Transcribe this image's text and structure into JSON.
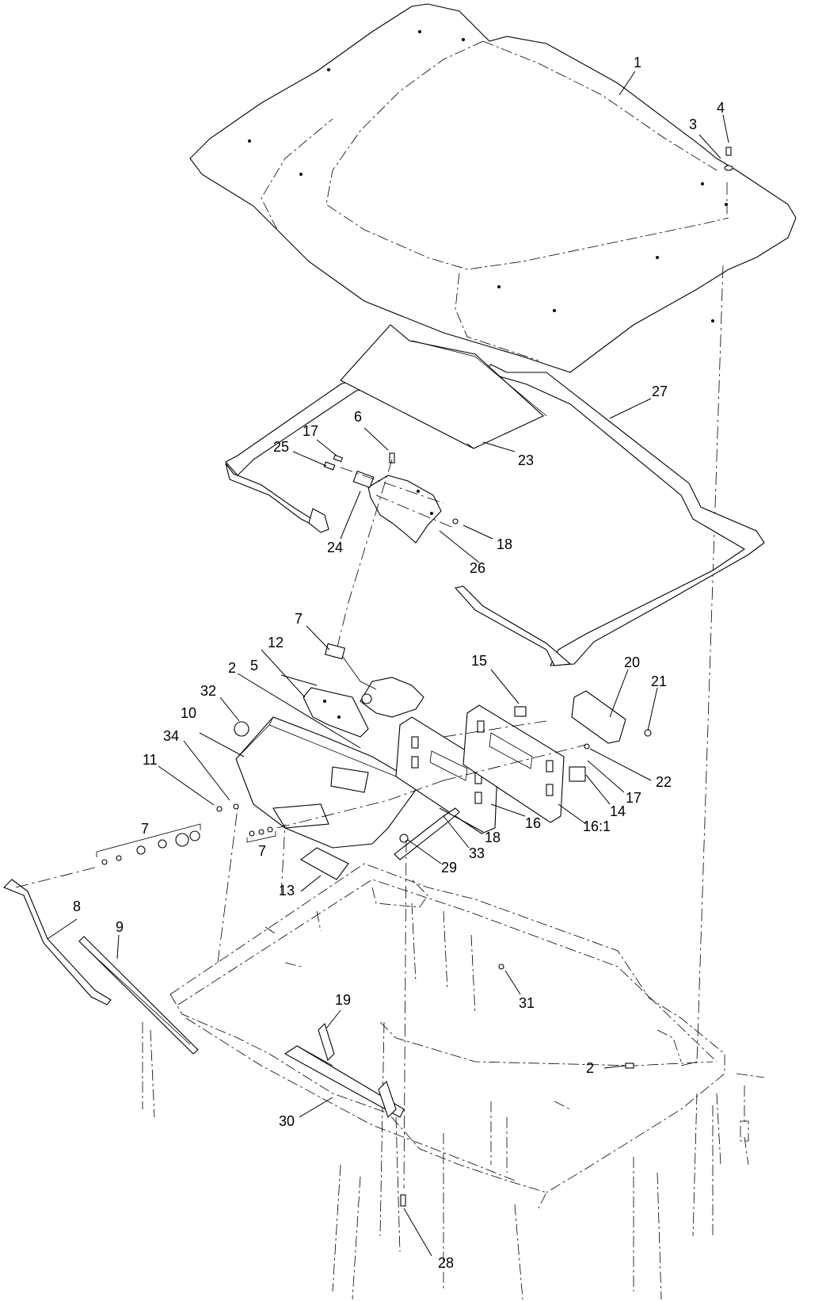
{
  "callouts": [
    {
      "label": "1"
    },
    {
      "label": "4"
    },
    {
      "label": "3"
    },
    {
      "label": "27"
    },
    {
      "label": "6"
    },
    {
      "label": "17"
    },
    {
      "label": "25"
    },
    {
      "label": "23"
    },
    {
      "label": "18"
    },
    {
      "label": "24"
    },
    {
      "label": "26"
    },
    {
      "label": "7"
    },
    {
      "label": "12"
    },
    {
      "label": "5"
    },
    {
      "label": "2"
    },
    {
      "label": "32"
    },
    {
      "label": "10"
    },
    {
      "label": "34"
    },
    {
      "label": "11"
    },
    {
      "label": "15"
    },
    {
      "label": "20"
    },
    {
      "label": "21"
    },
    {
      "label": "22"
    },
    {
      "label": "17"
    },
    {
      "label": "14"
    },
    {
      "label": "16"
    },
    {
      "label": "16:1"
    },
    {
      "label": "18"
    },
    {
      "label": "33"
    },
    {
      "label": "29"
    },
    {
      "label": "7"
    },
    {
      "label": "7"
    },
    {
      "label": "13"
    },
    {
      "label": "8"
    },
    {
      "label": "9"
    },
    {
      "label": "31"
    },
    {
      "label": "19"
    },
    {
      "label": "2"
    },
    {
      "label": "30"
    },
    {
      "label": "28"
    }
  ]
}
